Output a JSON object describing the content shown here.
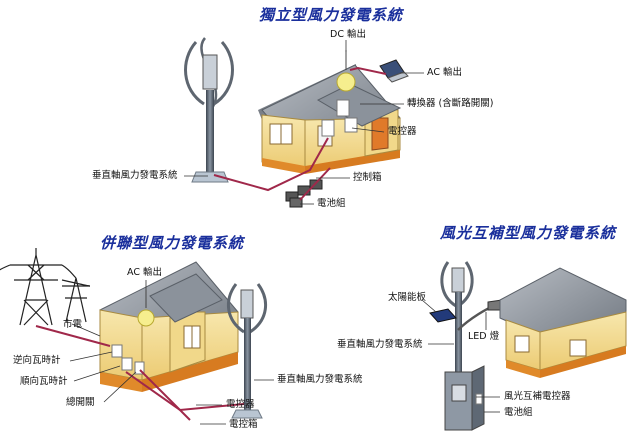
{
  "titles": {
    "standalone": "獨立型風力發電系統",
    "grid_tied": "併聯型風力發電系統",
    "hybrid": "風光互補型風力發電系統"
  },
  "standalone": {
    "dc_output": "DC 輸出",
    "ac_output": "AC 輸出",
    "inverter": "轉換器 (含斷路開關)",
    "charge_controller": "電控器",
    "control_box": "控制箱",
    "battery": "電池組",
    "vertical_turbine": "垂直軸風力發電系統"
  },
  "grid_tied": {
    "ac_output": "AC 輸出",
    "utility": "市電",
    "reverse_meter": "逆向瓦時計",
    "forward_meter": "順向瓦時計",
    "main_switch": "總開關",
    "charge_controller": "電控器",
    "control_box": "電控箱",
    "vertical_turbine": "垂直軸風力發電系統"
  },
  "hybrid": {
    "solar_panel": "太陽能板",
    "led_lamp": "LED 燈",
    "vertical_turbine": "垂直軸風力發電系統",
    "hybrid_controller": "風光互補電控器",
    "battery": "電池組"
  },
  "colors": {
    "title": "#1a2f9c",
    "wire": "#a0284a",
    "roof": "#8a9098",
    "wall": "#f3df9a",
    "wall_base": "#e08a2a",
    "pole": "#4f5a66"
  }
}
